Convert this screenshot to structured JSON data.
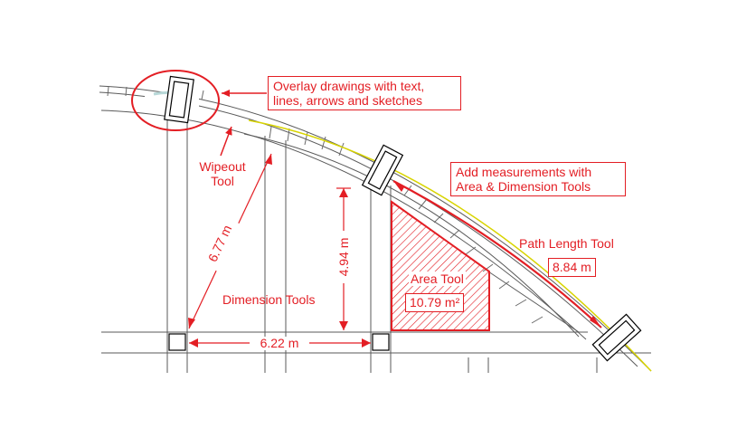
{
  "colors": {
    "annotation": "#e31e24",
    "linework": "#5a5a5a",
    "path_highlight": "#d8d400",
    "background": "#ffffff"
  },
  "callouts": {
    "overlay_line1": "Overlay drawings with text,",
    "overlay_line2": "lines, arrows and sketches",
    "measure_line1": "Add measurements with",
    "measure_line2": "Area & Dimension Tools"
  },
  "labels": {
    "wipeout_line1": "Wipeout",
    "wipeout_line2": "Tool",
    "path_length_tool": "Path Length Tool",
    "area_tool": "Area Tool",
    "dimension_tools": "Dimension Tools"
  },
  "measurements": {
    "path_length": "8.84 m",
    "area": "10.79 m²",
    "diagonal_dimension": "6.77 m",
    "vertical_dimension": "4.94 m",
    "horizontal_dimension": "6.22 m"
  }
}
